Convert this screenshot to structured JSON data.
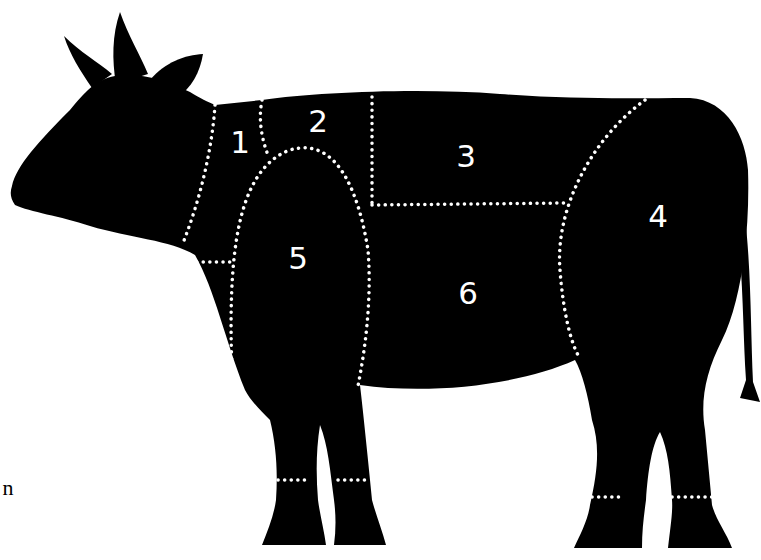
{
  "diagram": {
    "labels": [
      "1",
      "2",
      "3",
      "4",
      "5",
      "6",
      "n"
    ]
  }
}
